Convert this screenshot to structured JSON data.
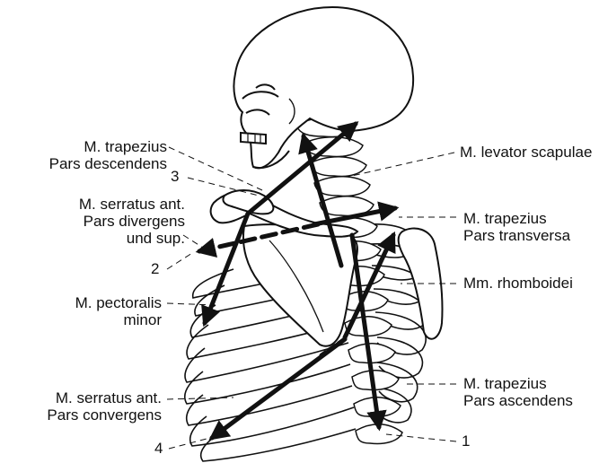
{
  "labels": {
    "trapezius_descendens": [
      "M. trapezius",
      "Pars descendens"
    ],
    "serratus_divergens": [
      "M. serratus ant.",
      "Pars divergens",
      "und sup."
    ],
    "pectoralis_minor": [
      "M. pectoralis",
      "minor"
    ],
    "serratus_convergens": [
      "M. serratus ant.",
      "Pars convergens"
    ],
    "levator_scapulae": [
      "M. levator scapulae"
    ],
    "trapezius_transversa": [
      "M. trapezius",
      "Pars transversa"
    ],
    "rhomboidei": [
      "Mm. rhomboidei"
    ],
    "trapezius_ascendens": [
      "M. trapezius",
      "Pars ascendens"
    ]
  },
  "numbers": {
    "n1": "1",
    "n2": "2",
    "n3": "3",
    "n4": "4"
  },
  "colors": {
    "ink": "#111111",
    "background": "#ffffff",
    "bone_fill": "#ffffff"
  }
}
